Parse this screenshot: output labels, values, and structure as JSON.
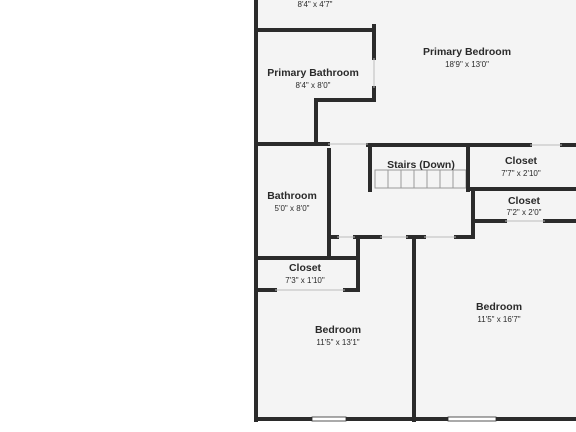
{
  "colors": {
    "floor": "#f4f4f4",
    "wall": "#2b2b2b",
    "window": "#ffffff",
    "background": "#ffffff"
  },
  "rooms": [
    {
      "id": "top-room",
      "name": "",
      "dimensions": "8'4\" x 4'7\""
    },
    {
      "id": "primary-bedroom",
      "name": "Primary Bedroom",
      "dimensions": "18'9\" x 13'0\""
    },
    {
      "id": "primary-bathroom",
      "name": "Primary Bathroom",
      "dimensions": "8'4\" x 8'0\""
    },
    {
      "id": "stairs",
      "name": "Stairs (Down)",
      "dimensions": ""
    },
    {
      "id": "closet-upper-right",
      "name": "Closet",
      "dimensions": "7'7\" x 2'10\""
    },
    {
      "id": "bathroom",
      "name": "Bathroom",
      "dimensions": "5'0\" x 8'0\""
    },
    {
      "id": "closet-right",
      "name": "Closet",
      "dimensions": "7'2\" x 2'0\""
    },
    {
      "id": "closet-left",
      "name": "Closet",
      "dimensions": "7'3\" x 1'10\""
    },
    {
      "id": "bedroom-left",
      "name": "Bedroom",
      "dimensions": "11'5\" x 13'1\""
    },
    {
      "id": "bedroom-right",
      "name": "Bedroom",
      "dimensions": "11'5\" x 16'7\""
    }
  ]
}
